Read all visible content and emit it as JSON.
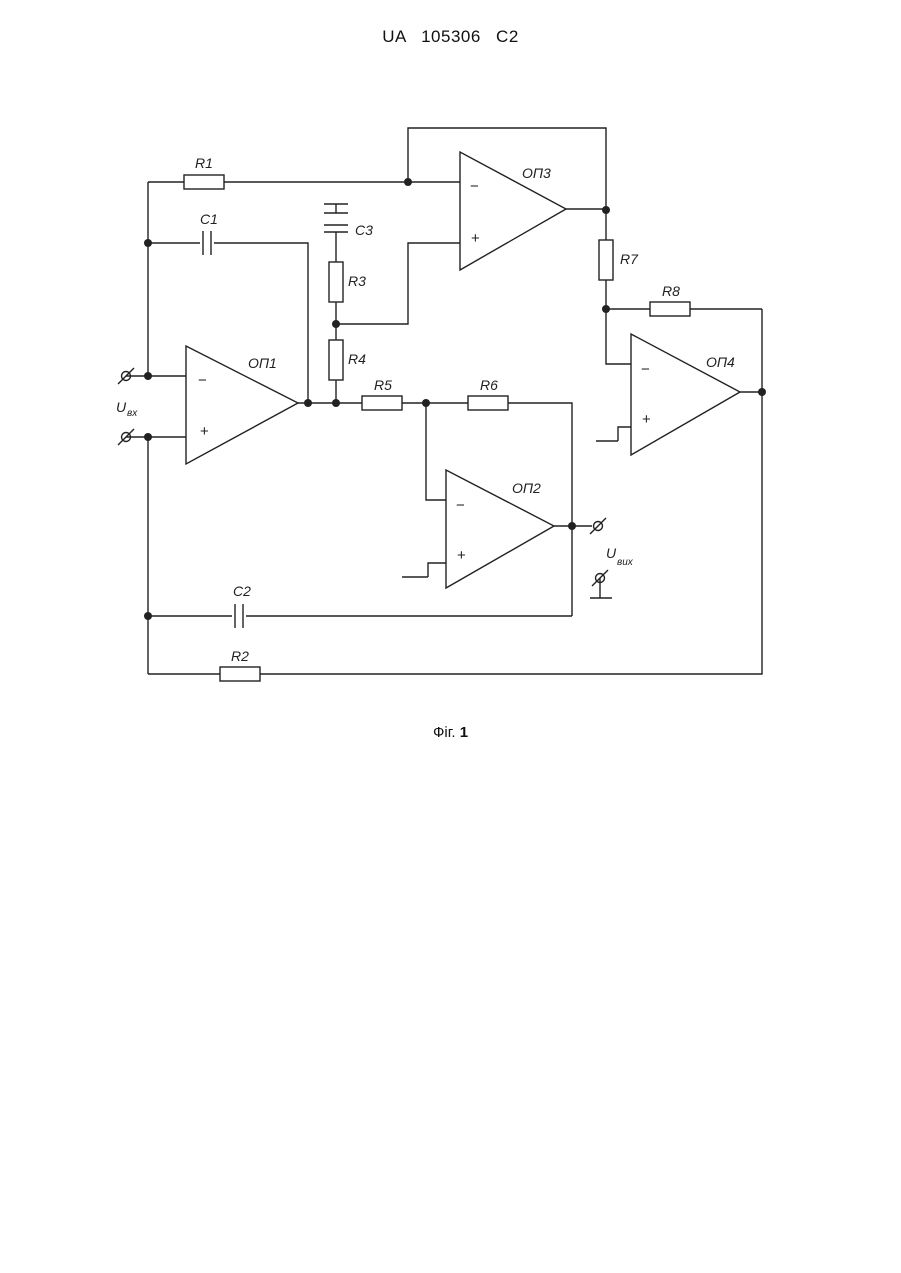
{
  "header": {
    "document_id": "UA   105306   C2"
  },
  "caption": {
    "prefix": "Фіг.",
    "number": "1"
  },
  "schematic": {
    "opamps": {
      "op1": "ОП1",
      "op2": "ОП2",
      "op3": "ОП3",
      "op4": "ОП4"
    },
    "resistors": {
      "r1": "R1",
      "r2": "R2",
      "r3": "R3",
      "r4": "R4",
      "r5": "R5",
      "r6": "R6",
      "r7": "R7",
      "r8": "R8"
    },
    "capacitors": {
      "c1": "C1",
      "c2": "C2",
      "c3": "C3"
    },
    "input_label": {
      "main": "U",
      "sub": "вх"
    },
    "output_label": {
      "main": "U",
      "sub": "вих"
    },
    "signs": {
      "minus": "−",
      "plus": "+"
    }
  }
}
